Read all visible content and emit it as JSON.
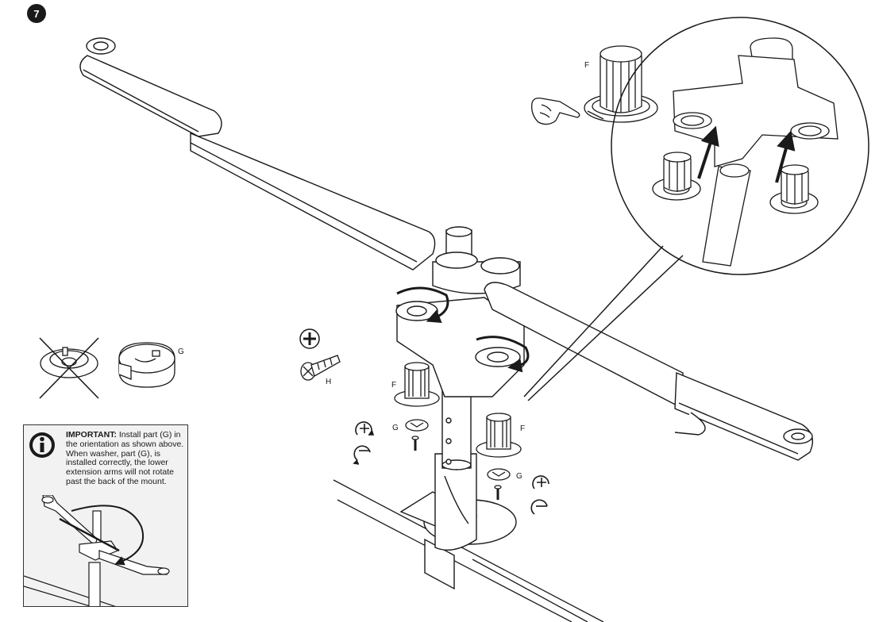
{
  "step": {
    "number": "7"
  },
  "labels": {
    "F": "F",
    "G": "G",
    "H": "H"
  },
  "important_note": {
    "heading": "IMPORTANT:",
    "body": "Install part (G) in the orientation as shown above. When washer, part (G), is installed correctly, the lower extension arms will not rotate past the back of the mount."
  },
  "icons": [
    "info-icon",
    "phillips-screwdriver-icon",
    "tighten-icon",
    "loosen-icon",
    "pointing-hand-icon",
    "rotation-arrow-icon",
    "insert-arrow-icon"
  ],
  "colors": {
    "line": "#1a1a1a",
    "part_fill": "#ffffff",
    "note_bg": "#f2f2f2",
    "shade": "#d9d9d9"
  }
}
